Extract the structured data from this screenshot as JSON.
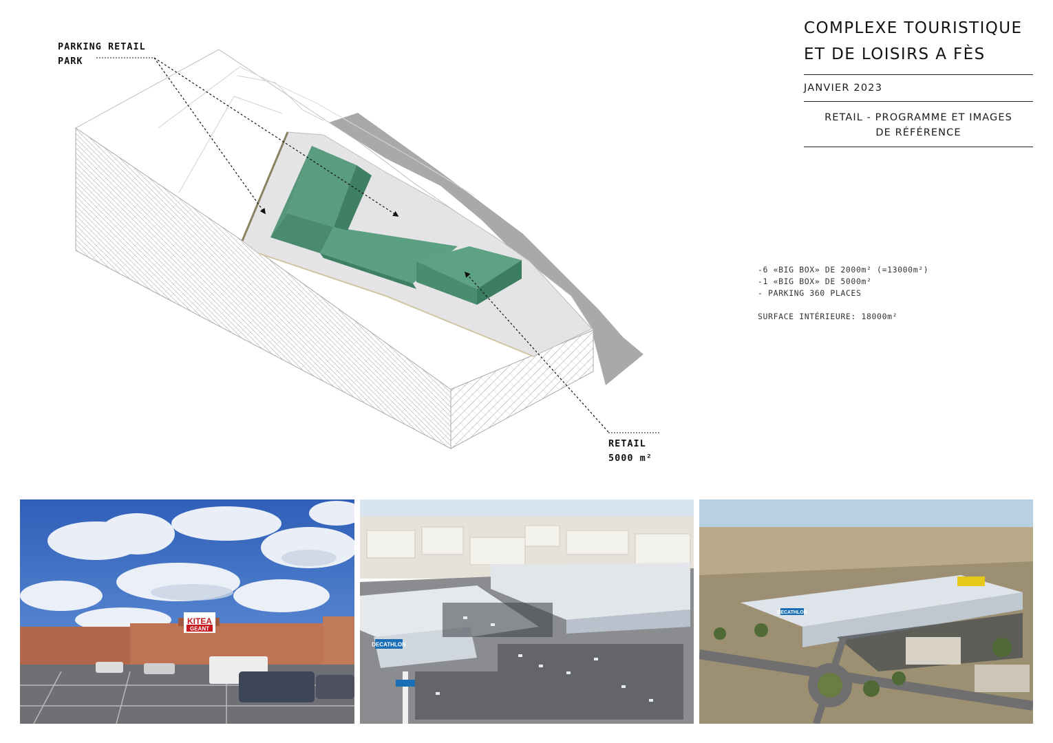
{
  "header": {
    "title_line1": "COMPLEXE TOURISTIQUE",
    "title_line2": "ET DE LOISIRS A FÈS",
    "date": "JANVIER 2023",
    "subtitle_line1": "RETAIL - PROGRAMME ET IMAGES",
    "subtitle_line2": "DE RÉFÉRENCE"
  },
  "program": {
    "items": [
      "-6 «BIG BOX» DE 2000m² (=13000m²)",
      "-1 «BIG BOX» DE 5000m²",
      "- PARKING 360 PLACES"
    ],
    "surface": "SURFACE INTÉRIEURE: 18000m²"
  },
  "callouts": {
    "parking_line1": "PARKING RETAIL",
    "parking_line2": "PARK",
    "retail_line1": "RETAIL",
    "retail_line2": "5000 m²"
  },
  "photos": {
    "photo1_sign": "KITEA",
    "photo1_sign_sub": "GEANT",
    "photo2_sign": "DECATHLON",
    "photo3_sign": "DECATHLON"
  },
  "colors": {
    "building_green": "#4f8f73",
    "terrain_gray": "#a8a8a8",
    "platform": "#e4e4e6"
  },
  "icons": [
    "site-axonometric-diagram",
    "dashed-leader-arrow"
  ]
}
